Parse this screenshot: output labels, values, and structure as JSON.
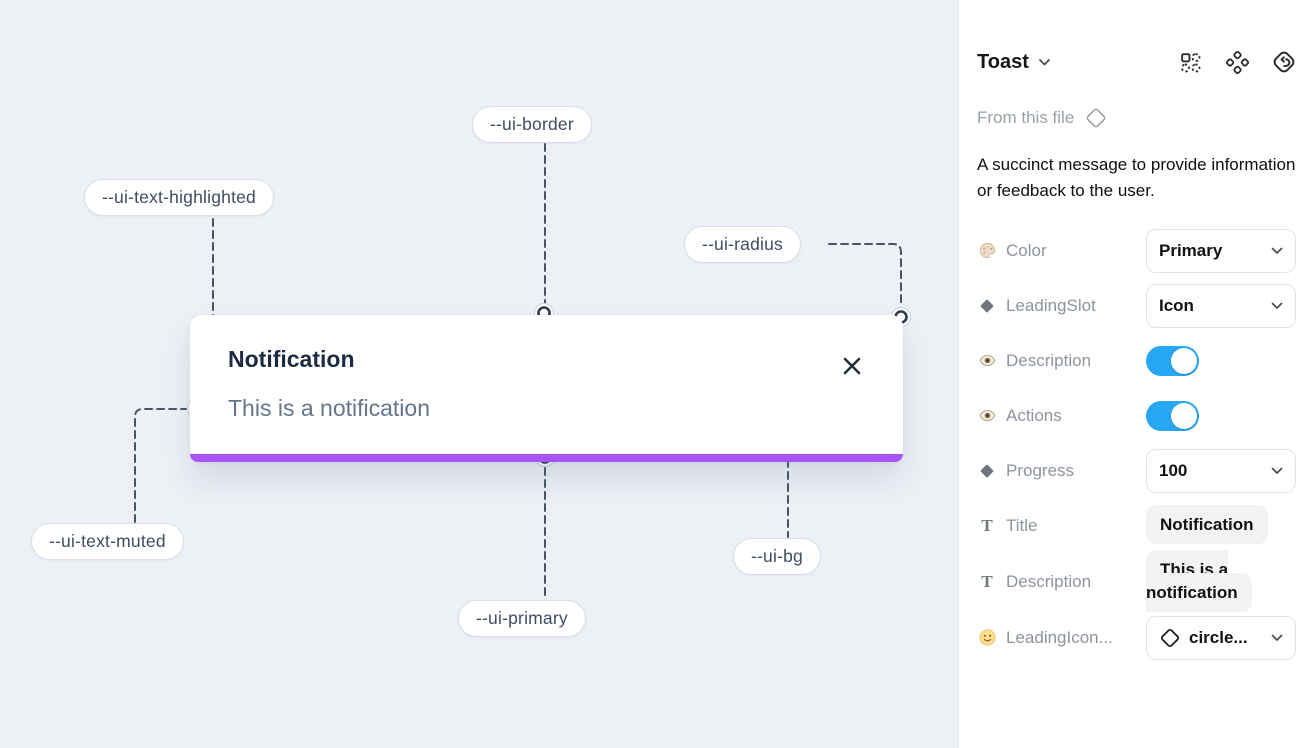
{
  "canvas": {
    "toast": {
      "title": "Notification",
      "description": "This is a notification",
      "close_icon": "x-close",
      "progress_color": "#a855f7"
    },
    "labels": {
      "border": "--ui-border",
      "text_highlighted": "--ui-text-highlighted",
      "radius": "--ui-radius",
      "text_muted": "--ui-text-muted",
      "primary": "--ui-primary",
      "bg": "--ui-bg"
    },
    "colors": {
      "background": "#edf0f5",
      "connector": "#45546b"
    }
  },
  "panel": {
    "header": {
      "title": "Toast",
      "icons": [
        "instance-grid",
        "component-diamonds",
        "detach-undo"
      ]
    },
    "source": "From this file",
    "description": "A succinct message to provide information or feedback to the user.",
    "rows": [
      {
        "label": "Color",
        "icon": "palette-icon",
        "control": "select",
        "value": "Primary"
      },
      {
        "label": "LeadingSlot",
        "icon": "diamond-icon",
        "control": "select",
        "value": "Icon"
      },
      {
        "label": "Description",
        "icon": "eye-icon",
        "control": "toggle",
        "value": "on"
      },
      {
        "label": "Actions",
        "icon": "eye-icon",
        "control": "toggle",
        "value": "on"
      },
      {
        "label": "Progress",
        "icon": "diamond-icon",
        "control": "select",
        "value": "100"
      },
      {
        "label": "Title",
        "icon": "text-icon",
        "control": "field",
        "value": "Notification"
      },
      {
        "label": "Description",
        "icon": "text-icon",
        "control": "field",
        "value": "This is a notification"
      },
      {
        "label": "LeadingIcon...",
        "icon": "smiley-icon",
        "control": "select-icon",
        "value": "circle..."
      }
    ],
    "colors": {
      "toggle_on": "#28a7f5"
    }
  }
}
